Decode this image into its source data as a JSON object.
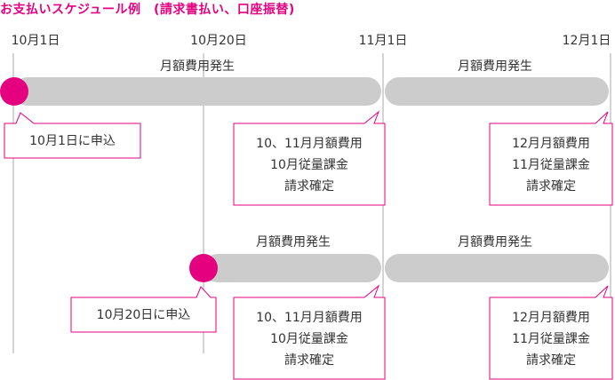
{
  "title": "お支払いスケジュール例　(請求書払い、口座振替)",
  "dates": [
    "10月1日",
    "10月20日",
    "11月1日",
    "12月1日"
  ],
  "rows": [
    {
      "periods": [
        "月額費用発生",
        "月額費用発生"
      ],
      "start_note": "10月1日に申込",
      "billing_notes": [
        "10、11月月額費用\n10月従量課金\n請求確定",
        "12月月額費用\n11月従量課金\n請求確定"
      ]
    },
    {
      "periods": [
        "月額費用発生",
        "月額費用発生"
      ],
      "start_note": "10月20日に申込",
      "billing_notes": [
        "10、11月月額費用\n10月従量課金\n請求確定",
        "12月月額費用\n11月従量課金\n請求確定"
      ]
    }
  ],
  "colors": {
    "accent": "#e4007f",
    "bar": "#cccccc",
    "line": "#aaaaaa",
    "text": "#333333"
  }
}
